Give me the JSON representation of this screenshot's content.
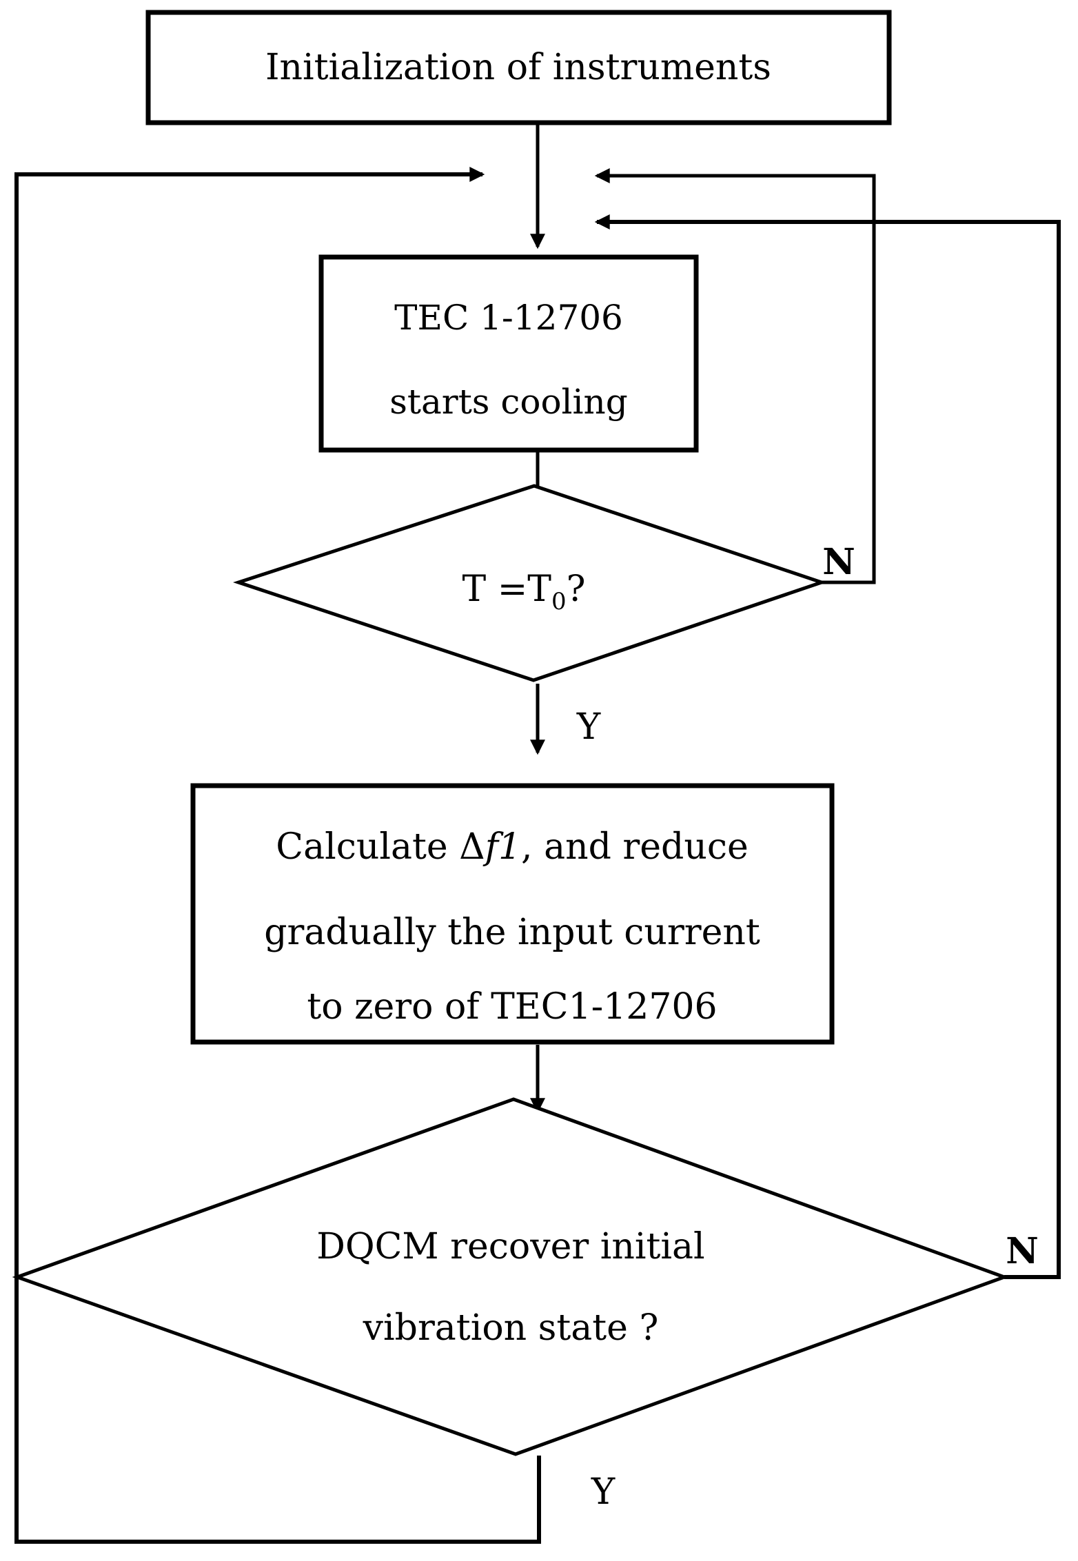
{
  "diagram": {
    "type": "flowchart",
    "background_color": "#ffffff",
    "line_color": "#000000",
    "nodes": {
      "start": {
        "label": "Initialization of instruments"
      },
      "cooling": {
        "lines": [
          "TEC 1-12706",
          "starts cooling"
        ]
      },
      "temp_check": {
        "prefix": "T =T",
        "subscript": "0",
        "suffix": "?"
      },
      "calculate": {
        "line1_prefix": "Calculate Δ",
        "line1_italic": "f1",
        "line1_suffix": ", and reduce",
        "line2": "gradually the input current",
        "line3": "to zero of TEC1-12706"
      },
      "recover_check": {
        "lines": [
          "DQCM recover initial",
          "vibration state ?"
        ]
      }
    },
    "labels": {
      "temp_yes": "Y",
      "temp_no": "N",
      "recover_yes": "Y",
      "recover_no": "N"
    }
  }
}
